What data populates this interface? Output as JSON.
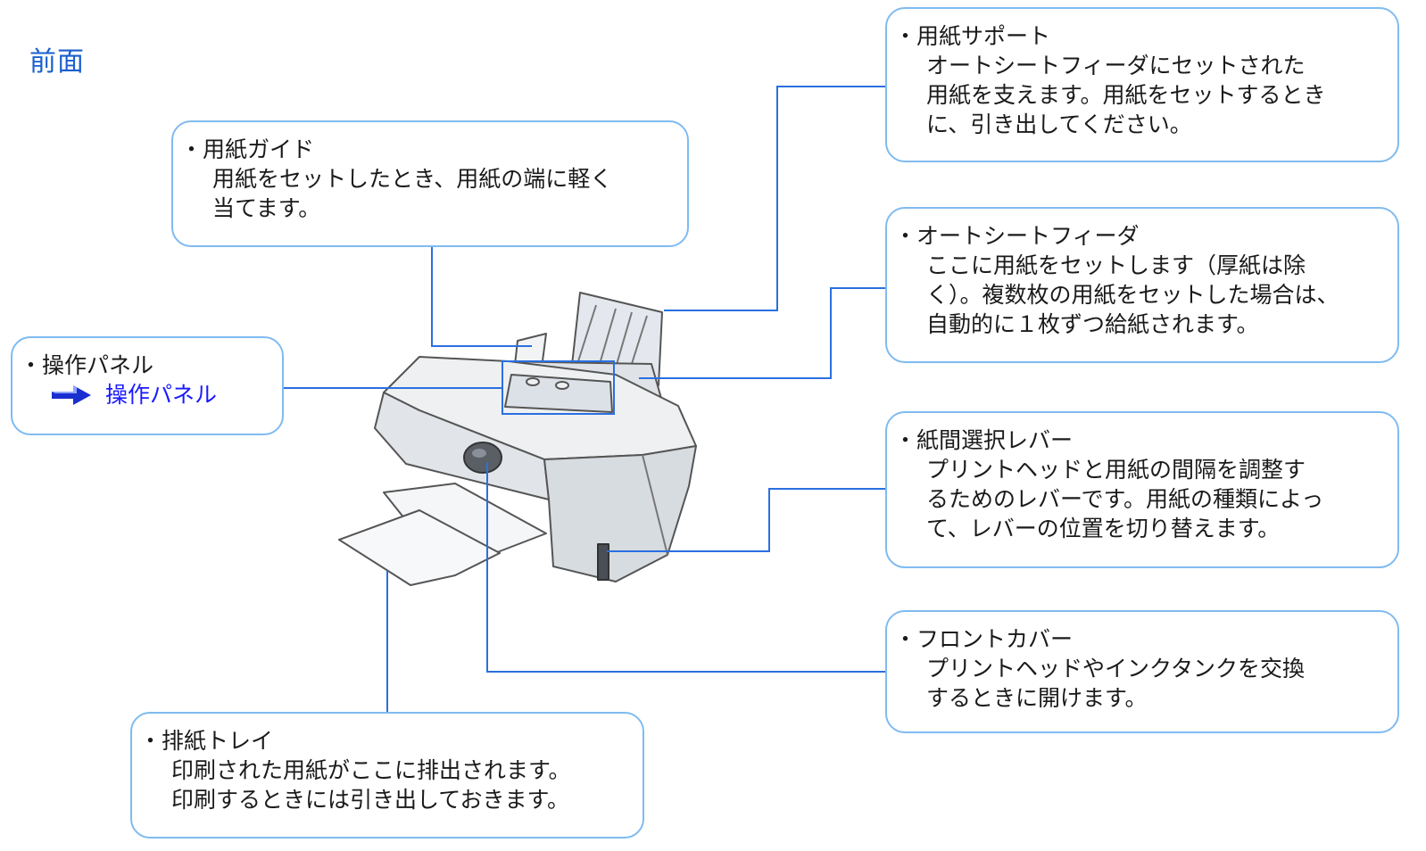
{
  "page_title": "前面",
  "callouts": {
    "paper_guide": {
      "title": "用紙ガイド",
      "desc": "用紙をセットしたとき、用紙の端に軽く\n当てます。"
    },
    "paper_support": {
      "title": "用紙サポート",
      "desc": "オートシートフィーダにセットされた\n用紙を支えます。用紙をセットするとき\nに、引き出してください。"
    },
    "auto_sheet_feeder": {
      "title": "オートシートフィーダ",
      "desc": "ここに用紙をセットします（厚紙は除\nく）。複数枚の用紙をセットした場合は、\n自動的に１枚ずつ給紙されます。"
    },
    "control_panel": {
      "title": "操作パネル",
      "link": "操作パネル"
    },
    "paper_thickness_lever": {
      "title": "紙間選択レバー",
      "desc": "プリントヘッドと用紙の間隔を調整す\nるためのレバーです。用紙の種類によっ\nて、レバーの位置を切り替えます。"
    },
    "front_cover": {
      "title": "フロントカバー",
      "desc": "プリントヘッドやインクタンクを交換\nするときに開けます。"
    },
    "paper_output_tray": {
      "title": "排紙トレイ",
      "desc": "印刷された用紙がここに排出されます。\n印刷するときには引き出しておきます。"
    }
  },
  "colors": {
    "accent": "#1a5fcf",
    "leader_line": "#2b6fe0",
    "callout_border": "#7fbbf0",
    "link": "#1a1aff"
  },
  "icons": [
    "arrow-right-icon",
    "printer-illustration"
  ]
}
